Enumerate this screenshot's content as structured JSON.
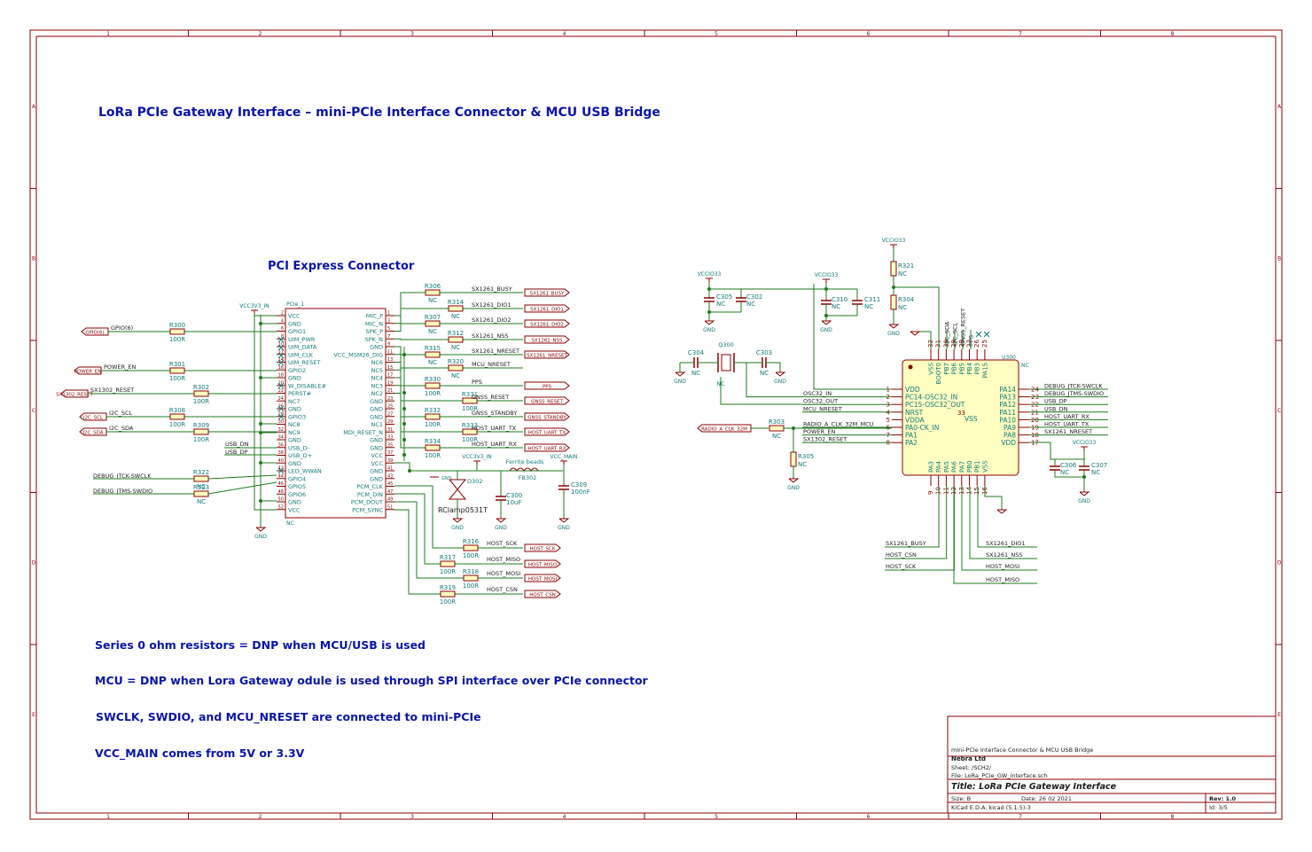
{
  "title": "LoRa PCIe Gateway Interface – mini-PCIe Interface Connector & MCU USB Bridge",
  "section_title": "PCI Express Connector",
  "notes": [
    "Series 0 ohm resistors = DNP when MCU/USB is used",
    "MCU = DNP when Lora Gateway odule is used through SPI interface over PCIe connector",
    "SWCLK, SWDIO, and MCU_NRESET are connected to mini-PCIe",
    "VCC_MAIN comes from 5V or 3.3V"
  ],
  "border": {
    "columns": [
      "1",
      "2",
      "3",
      "4",
      "5",
      "6",
      "7",
      "8"
    ],
    "rows": [
      "A",
      "B",
      "C",
      "D",
      "E"
    ]
  },
  "title_block": {
    "sheet_desc": "mini-PCIe Interface Connector & MCU USB Bridge",
    "company": "Nebra Ltd",
    "sheet": "Sheet: /SCH2/",
    "file": "File: LoRa_PCIe_GW_interface.sch",
    "title": "Title: LoRa PCIe Gateway Interface",
    "size": "Size: B",
    "date": "Date: 26 02 2021",
    "rev": "Rev: 1.0",
    "tool": "KiCad E.D.A.  kicad (5.1.5)-3",
    "id": "Id: 3/5"
  },
  "colors": {
    "wire": "#1f7a1f",
    "part": "#8b0000",
    "part_fill": "#ffffc2",
    "label": "#1a1a1a",
    "ref": "#127a78",
    "title": "#0a14a8",
    "frame": "#8b0000"
  },
  "pcie": {
    "ref": "PCIe_1",
    "value": "NC",
    "left_pins": [
      {
        "num": "2",
        "name": "VCC"
      },
      {
        "num": "4",
        "name": "GND"
      },
      {
        "num": "6",
        "name": "GPIO1"
      },
      {
        "num": "8",
        "name": "UIM_PWR"
      },
      {
        "num": "10",
        "name": "UIM_DATA"
      },
      {
        "num": "12",
        "name": "UIM_CLK"
      },
      {
        "num": "14",
        "name": "UIM_RESET"
      },
      {
        "num": "16",
        "name": "GPIO2"
      },
      {
        "num": "18",
        "name": "GND"
      },
      {
        "num": "20",
        "name": "W_DISABLE#"
      },
      {
        "num": "22",
        "name": "PERST#"
      },
      {
        "num": "24",
        "name": "NC7"
      },
      {
        "num": "26",
        "name": "GND"
      },
      {
        "num": "28",
        "name": "GPIO3"
      },
      {
        "num": "30",
        "name": "NC8"
      },
      {
        "num": "32",
        "name": "NC9"
      },
      {
        "num": "34",
        "name": "GND"
      },
      {
        "num": "36",
        "name": "USB_D-"
      },
      {
        "num": "38",
        "name": "USB_D+"
      },
      {
        "num": "40",
        "name": "GND"
      },
      {
        "num": "42",
        "name": "LED_WWAN"
      },
      {
        "num": "44",
        "name": "GPIO4"
      },
      {
        "num": "46",
        "name": "GPIO5"
      },
      {
        "num": "48",
        "name": "GPIO6"
      },
      {
        "num": "50",
        "name": "GND"
      },
      {
        "num": "52",
        "name": "VCC"
      }
    ],
    "right_pins": [
      {
        "num": "1",
        "name": "MIC_P"
      },
      {
        "num": "3",
        "name": "MIC_N"
      },
      {
        "num": "5",
        "name": "SPK_P"
      },
      {
        "num": "7",
        "name": "SPK_N"
      },
      {
        "num": "9",
        "name": "GND"
      },
      {
        "num": "11",
        "name": "VCC_MSM26_DIG"
      },
      {
        "num": "13",
        "name": "NC6"
      },
      {
        "num": "15",
        "name": "NC5"
      },
      {
        "num": "17",
        "name": "NC4"
      },
      {
        "num": "19",
        "name": "NC3"
      },
      {
        "num": "21",
        "name": "NC2"
      },
      {
        "num": "23",
        "name": "GND"
      },
      {
        "num": "25",
        "name": "GND"
      },
      {
        "num": "27",
        "name": "GND"
      },
      {
        "num": "29",
        "name": "NC1"
      },
      {
        "num": "31",
        "name": "MDI_RESET_N"
      },
      {
        "num": "33",
        "name": "GND"
      },
      {
        "num": "35",
        "name": "GND"
      },
      {
        "num": "37",
        "name": "VCC"
      },
      {
        "num": "39",
        "name": "VCC"
      },
      {
        "num": "41",
        "name": "GND"
      },
      {
        "num": "43",
        "name": "GND"
      },
      {
        "num": "45",
        "name": "PCM_CLK"
      },
      {
        "num": "47",
        "name": "PCM_DIN"
      },
      {
        "num": "49",
        "name": "PCM_DOUT"
      },
      {
        "num": "51",
        "name": "PCM_SYNC"
      }
    ]
  },
  "mcu": {
    "ref": "U300",
    "value": "NC",
    "left_pins": [
      {
        "num": "1",
        "name": "VDD"
      },
      {
        "num": "2",
        "name": "PC14-OSC32_IN"
      },
      {
        "num": "3",
        "name": "PC15-OSC32_OUT"
      },
      {
        "num": "4",
        "name": "NRST"
      },
      {
        "num": "5",
        "name": "VDDA"
      },
      {
        "num": "6",
        "name": "PA0-CK_IN"
      },
      {
        "num": "7",
        "name": "PA1"
      },
      {
        "num": "8",
        "name": "PA2"
      }
    ],
    "right_pins": [
      {
        "num": "24",
        "name": "PA14"
      },
      {
        "num": "23",
        "name": "PA13"
      },
      {
        "num": "22",
        "name": "PA12"
      },
      {
        "num": "21",
        "name": "PA11"
      },
      {
        "num": "20",
        "name": "PA10"
      },
      {
        "num": "19",
        "name": "PA9"
      },
      {
        "num": "18",
        "name": "PA8"
      },
      {
        "num": "17",
        "name": "VDD"
      }
    ],
    "top_pins": [
      {
        "num": "32",
        "name": "VSS"
      },
      {
        "num": "31",
        "name": "BOOT0"
      },
      {
        "num": "30",
        "name": "PB7"
      },
      {
        "num": "29",
        "name": "PB6"
      },
      {
        "num": "28",
        "name": "PB5"
      },
      {
        "num": "27",
        "name": "PB4"
      },
      {
        "num": "26",
        "name": "PB3"
      },
      {
        "num": "25",
        "name": "PA15"
      }
    ],
    "bottom_pins": [
      {
        "num": "9",
        "name": "PA3"
      },
      {
        "num": "10",
        "name": "PA4"
      },
      {
        "num": "11",
        "name": "PA5"
      },
      {
        "num": "12",
        "name": "PA6"
      },
      {
        "num": "13",
        "name": "PA7"
      },
      {
        "num": "14",
        "name": "PB0"
      },
      {
        "num": "15",
        "name": "PB1"
      },
      {
        "num": "16",
        "name": "VSS"
      }
    ],
    "center_pin": {
      "num": "33",
      "name": "VSS"
    },
    "left_nets": [
      "OSC32_IN",
      "OSC32_OUT",
      "MCU_NRESET",
      "",
      "RADIO_A_CLK_32M_MCU",
      "POWER_EN",
      "SX1302_RESET"
    ],
    "right_nets": [
      "DEBUG_JTCK-SWCLK",
      "DEBUG_JTMS-SWDIO",
      "USB_DP",
      "USB_DN",
      "HOST_UART_RX",
      "HOST_UART_TX",
      "SX1261_NRESET"
    ],
    "top_nets": [
      "I2C_SDA",
      "I2C_SCL",
      "GNSS_RESET",
      "PPS"
    ],
    "bottom_left_nets": [
      "SX1261_BUSY",
      "HOST_CSN",
      "HOST_SCK"
    ],
    "bottom_right_nets": [
      "SX1261_DIO1",
      "SX1261_NSS",
      "HOST_MOSI",
      "HOST_MISO"
    ]
  },
  "left_side": {
    "inputs": [
      {
        "label": "GPIO(6)",
        "net": "GPIO(6)",
        "ref": "R300",
        "val": "100R"
      },
      {
        "label": "POWER_EN",
        "net": "POWER_EN",
        "ref": "R301",
        "val": "100R"
      },
      {
        "label": "SX1302_RESET",
        "net": "SX1302_RESET",
        "ref": "R302",
        "val": "100R"
      },
      {
        "label": "I2C_SCL",
        "net": "I2C_SCL",
        "ref": "R308",
        "val": "100R"
      },
      {
        "label": "I2C_SDA",
        "net": "I2C_SDA",
        "ref": "R309",
        "val": "100R"
      }
    ],
    "debug": [
      {
        "net": "DEBUG_JTCK-SWCLK",
        "ref": "R322",
        "val": "NC"
      },
      {
        "net": "DEBUG_JTMS-SWDIO",
        "ref": "R323",
        "val": "NC"
      }
    ],
    "usb": [
      "USB_DN",
      "USB_DP"
    ],
    "vcc_label": "VCC3V3_IN",
    "gnd": "GND"
  },
  "right_side": {
    "top_nets": [
      {
        "ref": "R306",
        "val": "NC",
        "net": "SX1261_BUSY",
        "port": "SX1261_BUSY"
      },
      {
        "ref": "R314",
        "val": "NC",
        "net": "SX1261_DIO1",
        "port": "SX1261_DIO1"
      },
      {
        "ref": "R307",
        "val": "NC",
        "net": "SX1261_DIO2",
        "port": "SX1261_DIO2"
      },
      {
        "ref": "R312",
        "val": "NC",
        "net": "SX1261_NSS",
        "port": "SX1261_NSS"
      },
      {
        "ref": "R315",
        "val": "NC",
        "net": "SX1261_NRESET",
        "port": "SX1261_NRESET"
      },
      {
        "ref": "R320",
        "val": "NC",
        "net": "MCU_NRESET",
        "port": ""
      },
      {
        "ref": "R330",
        "val": "100R",
        "net": "PPS",
        "port": "PPS"
      },
      {
        "ref": "R331",
        "val": "100R",
        "net": "GNSS_RESET",
        "port": "GNSS_RESET"
      },
      {
        "ref": "R332",
        "val": "100R",
        "net": "GNSS_STANDBY",
        "port": "GNSS_STANDBY"
      },
      {
        "ref": "R333",
        "val": "100R",
        "net": "HOST_UART_TX",
        "port": "HOST_UART_TX"
      },
      {
        "ref": "R334",
        "val": "100R",
        "net": "HOST_UART_RX",
        "port": "HOST_UART_RX"
      }
    ],
    "spi": [
      {
        "ref": "R316",
        "val": "100R",
        "net": "HOST_SCK",
        "port": "HOST_SCK"
      },
      {
        "ref": "R317",
        "val": "100R",
        "net": "HOST_MISO",
        "port": "HOST_MISO"
      },
      {
        "ref": "R318",
        "val": "100R",
        "net": "HOST_MOSI",
        "port": "HOST_MOSI"
      },
      {
        "ref": "R319",
        "val": "100R",
        "net": "HOST_CSN",
        "port": "HOST_CSN"
      }
    ],
    "power": {
      "vcc_in": "VCC3V3_IN",
      "vcc_main": "VCC_MAIN",
      "diode_ref": "D302",
      "diode_val": "RClamp0531T",
      "cap_ref": "C300",
      "cap_val": "10uF",
      "fb_label": "Ferrite beads",
      "fb_ref": "FB302",
      "c309_ref": "C309",
      "c309_val": "100nF",
      "gnd": "GND"
    }
  },
  "mcu_support": {
    "vccio": "VCCIO33",
    "caps": [
      {
        "ref": "C305",
        "val": "NC"
      },
      {
        "ref": "C302",
        "val": "NC"
      },
      {
        "ref": "C310",
        "val": "NC"
      },
      {
        "ref": "C311",
        "val": "NC"
      },
      {
        "ref": "C304",
        "val": "NC"
      },
      {
        "ref": "C303",
        "val": "NC"
      },
      {
        "ref": "C306",
        "val": "NC"
      },
      {
        "ref": "C307",
        "val": "NC"
      }
    ],
    "crystal": {
      "ref": "Q300",
      "val": "NC"
    },
    "resistors": [
      {
        "ref": "R321",
        "val": "NC"
      },
      {
        "ref": "R304",
        "val": "NC"
      },
      {
        "ref": "R303",
        "val": "NC"
      },
      {
        "ref": "R305",
        "val": "NC"
      }
    ],
    "radio_port": "RADIO_A_CLK_32M",
    "gnd": "GND"
  }
}
